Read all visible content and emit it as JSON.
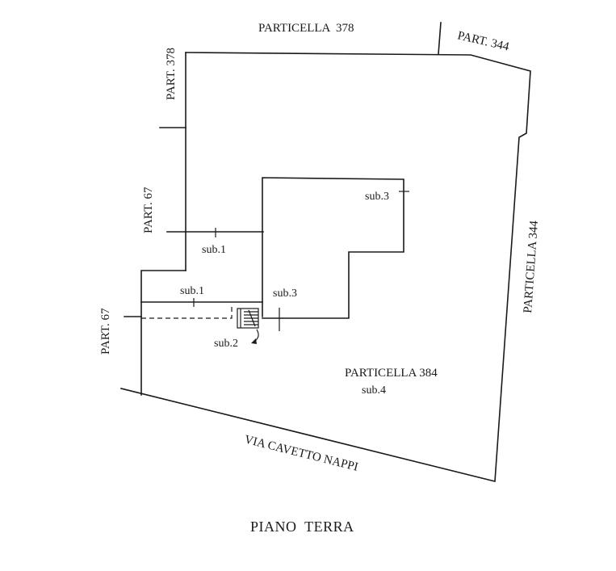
{
  "labels": {
    "particella_378_top": "PARTICELLA  378",
    "part_344_top": "PART. 344",
    "part_378_left": "PART. 378",
    "part_67_upper": "PART. 67",
    "part_67_lower": "PART. 67",
    "particella_344_right": "PARTICELLA 344",
    "particella_384": "PARTICELLA 384",
    "sub4": "sub.4",
    "sub3_upper": "sub.3",
    "sub3_lower": "sub.3",
    "sub1_upper": "sub.1",
    "sub1_lower": "sub.1",
    "sub2": "sub.2",
    "street": "VIA CAVETTO NAPPI",
    "title": "PIANO  TERRA"
  }
}
